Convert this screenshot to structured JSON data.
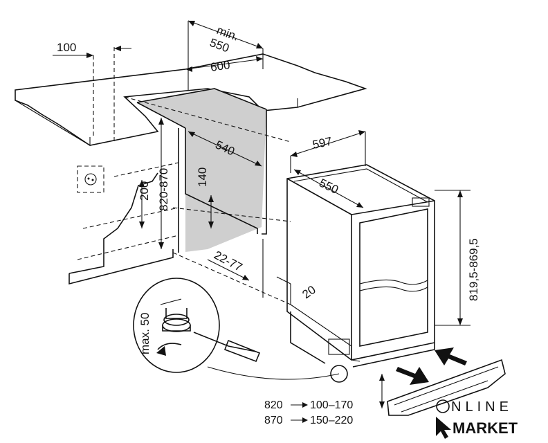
{
  "dimensions": {
    "d100": "100",
    "min_label": "min.",
    "d550_top": "550",
    "d600": "600",
    "d540": "540",
    "d140": "140",
    "d200": "200",
    "d820_870": "820-870",
    "d22_77": "22-77",
    "d597": "597",
    "d550_unit": "550",
    "d20": "20",
    "d819": "819,5-869,5",
    "max50": "max. 50"
  },
  "legend": {
    "row1_a": "820",
    "row1_b": "100–170",
    "row2_a": "870",
    "row2_b": "150–220"
  },
  "brand": {
    "line1": "NLINE",
    "line2": "MARKET"
  }
}
